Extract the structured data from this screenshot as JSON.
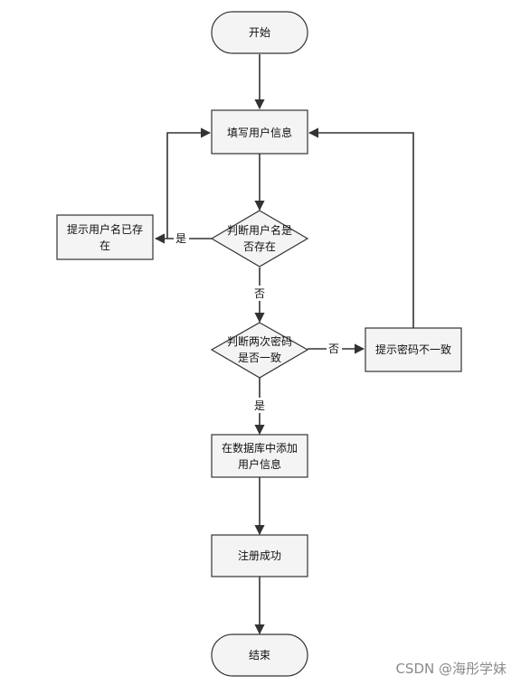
{
  "diagram": {
    "nodes": {
      "start": "开始",
      "fill_info": "填写用户信息",
      "check_user": [
        "判断用户名是",
        "否存在"
      ],
      "user_exists": [
        "提示用户名已存",
        "在"
      ],
      "check_pwd": [
        "判断两次密码",
        "是否一致"
      ],
      "pwd_mismatch": "提示密码不一致",
      "add_db": [
        "在数据库中添加",
        "用户信息"
      ],
      "success": "注册成功",
      "end": "结束"
    },
    "edges": {
      "yes_exists": "是",
      "no_exists": "否",
      "no_match": "否",
      "yes_match": "是"
    }
  },
  "watermark": "CSDN @海彤学妹"
}
